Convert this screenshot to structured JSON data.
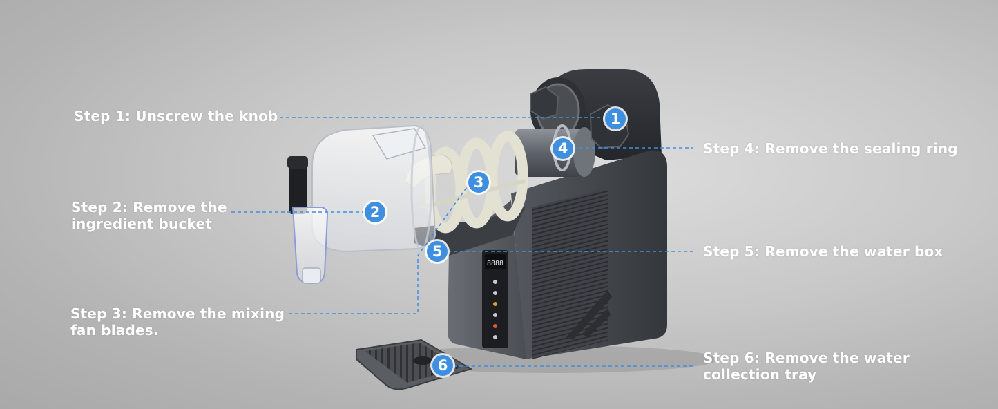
{
  "colors": {
    "accent": "#3f8fe0",
    "label_text": "#ffffff",
    "machine_dark": "#3c3f44",
    "background": "#c4c4c4"
  },
  "steps": [
    {
      "number": "1",
      "lines": [
        "Step 1: Unscrew the knob"
      ]
    },
    {
      "number": "2",
      "lines": [
        "Step 2: Remove the",
        "ingredient bucket"
      ]
    },
    {
      "number": "3",
      "lines": [
        "Step 3: Remove the mixing",
        "fan blades."
      ]
    },
    {
      "number": "4",
      "lines": [
        "Step 4: Remove the sealing ring"
      ]
    },
    {
      "number": "5",
      "lines": [
        "Step 5: Remove the water box"
      ]
    },
    {
      "number": "6",
      "lines": [
        "Step 6: Remove the water",
        "collection tray"
      ]
    }
  ],
  "display": {
    "readout": "8888"
  }
}
